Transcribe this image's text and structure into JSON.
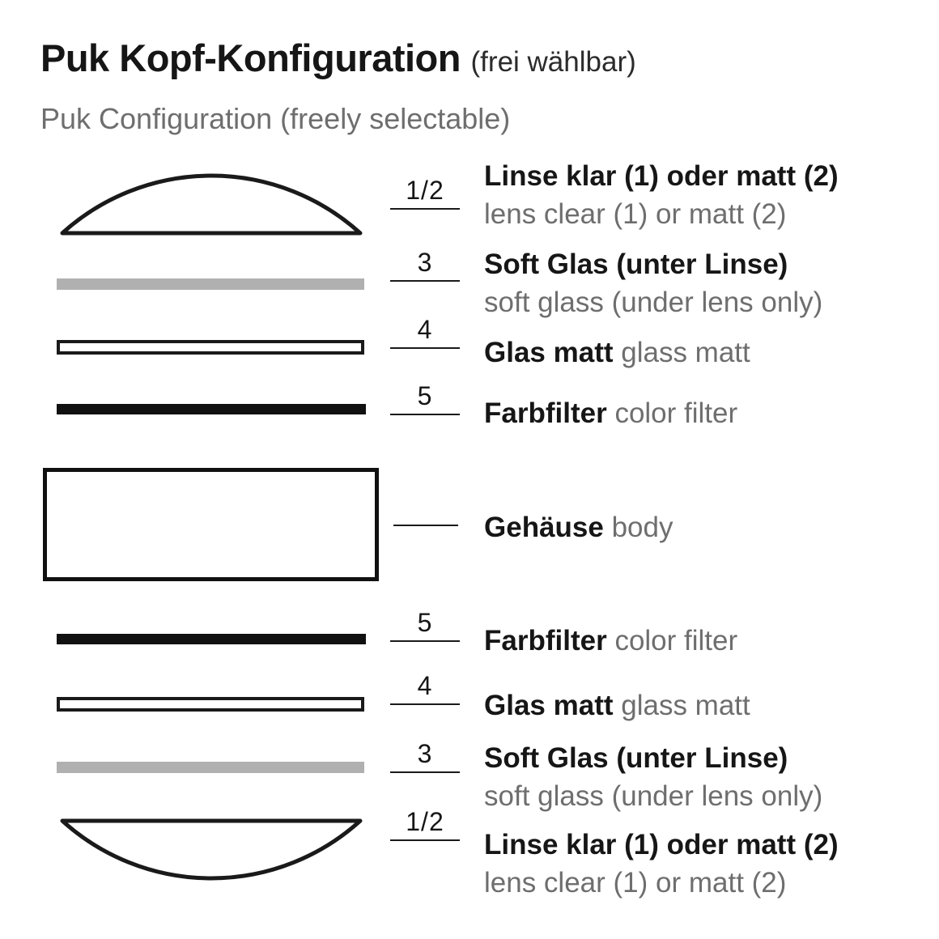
{
  "header": {
    "title_de": "Puk Kopf-Konfiguration",
    "title_suffix": "(frei wählbar)",
    "subtitle_en": "Puk Configuration (freely selectable)"
  },
  "colors": {
    "ink": "#1a1a1a",
    "muted_text": "#6e6e6e",
    "soft_glass_gray": "#b0b0b0"
  },
  "components": [
    {
      "id": "lens-top",
      "num": "1/2",
      "shape": "dome-up",
      "label_de": "Linse klar (1) oder matt (2)",
      "label_en": "lens clear (1) or matt (2)"
    },
    {
      "id": "soft-glass-top",
      "num": "3",
      "shape": "gray-bar",
      "label_de": "Soft Glas (unter Linse)",
      "label_en": "soft glass (under lens only)"
    },
    {
      "id": "glass-matt-top",
      "num": "4",
      "shape": "outline-bar",
      "label_de": "Glas matt",
      "label_en": "glass matt"
    },
    {
      "id": "color-filter-top",
      "num": "5",
      "shape": "black-bar",
      "label_de": "Farbfilter",
      "label_en": "color filter"
    },
    {
      "id": "body",
      "num": "",
      "shape": "rect",
      "label_de": "Gehäuse",
      "label_en": "body"
    },
    {
      "id": "color-filter-bottom",
      "num": "5",
      "shape": "black-bar",
      "label_de": "Farbfilter",
      "label_en": "color filter"
    },
    {
      "id": "glass-matt-bottom",
      "num": "4",
      "shape": "outline-bar",
      "label_de": "Glas matt",
      "label_en": "glass matt"
    },
    {
      "id": "soft-glass-bottom",
      "num": "3",
      "shape": "gray-bar",
      "label_de": "Soft Glas (unter Linse)",
      "label_en": "soft glass (under lens only)"
    },
    {
      "id": "lens-bottom",
      "num": "1/2",
      "shape": "dome-down",
      "label_de": "Linse klar (1) oder matt (2)",
      "label_en": "lens clear (1) or matt (2)"
    }
  ]
}
